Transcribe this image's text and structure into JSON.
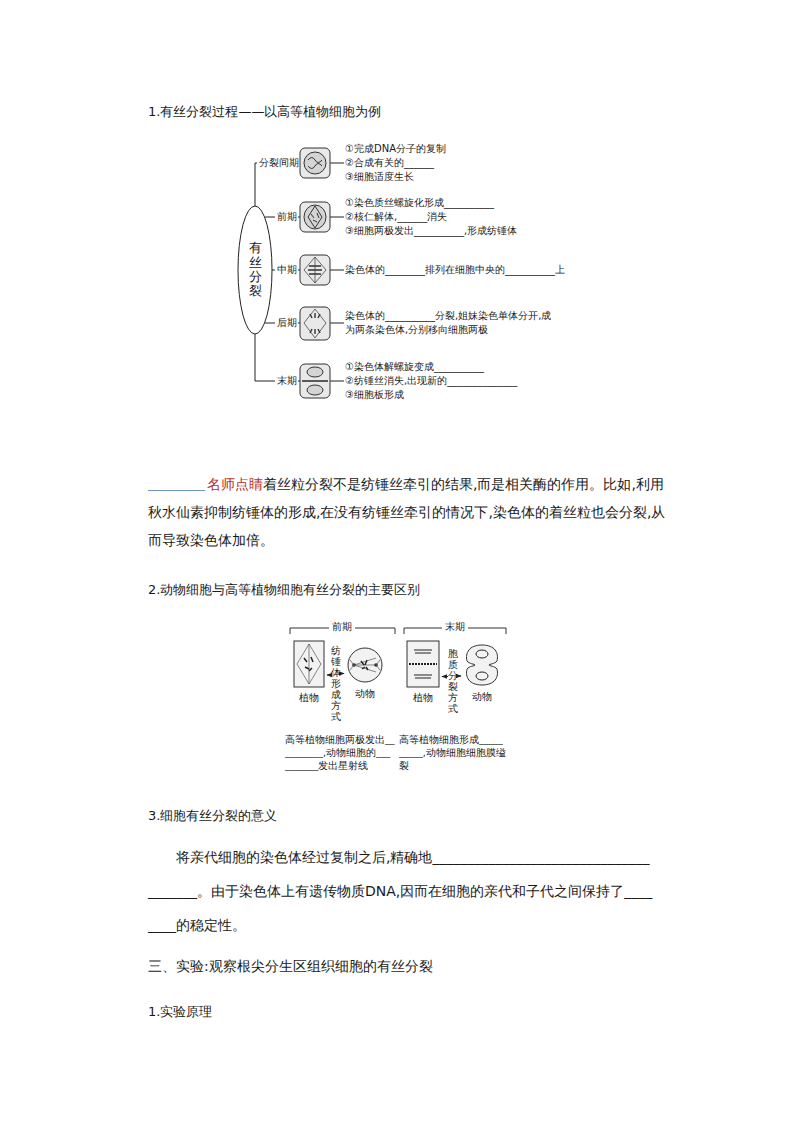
{
  "diagram": {
    "nodes": [
      {
        "text": [
          "有丝分裂"
        ]
      },
      {
        "text": [
          "分裂间期"
        ]
      },
      {
        "text": [
          "前期"
        ]
      },
      {
        "text": [
          "中期"
        ]
      },
      {
        "text": [
          "后期"
        ]
      },
      {
        "text": [
          "末期"
        ]
      },
      {
        "text": [
          "①完成DNA分子的复制",
          "②合成有关的______",
          "③细胞适度生长"
        ]
      },
      {
        "text": [
          "①染色质丝螺旋化形成__________",
          "②核仁解体,______消失",
          "③细胞两极发出__________,形成纺锤体"
        ]
      },
      {
        "text": [
          "染色体的________排列在细胞中央的__________上"
        ]
      },
      {
        "text": [
          "染色体的__________分裂,姐妹染色单体分开,成为两条染色体,分别移向细胞两极"
        ]
      },
      {
        "text": [
          "①染色体解螺旋变成__________",
          "②纺锤丝消失,出现新的______________",
          "③细胞板形成"
        ]
      },
      {
        "text": [
          "植物"
        ]
      },
      {
        "text": [
          "纺锤体形成方式"
        ]
      },
      {
        "text": [
          "动物"
        ]
      },
      {
        "text": [
          "植物"
        ]
      },
      {
        "text": [
          "胞质分裂方式"
        ]
      },
      {
        "text": [
          "动物"
        ]
      }
    ],
    "edges": [
      {
        "from": 0,
        "to": 1,
        "arrow": "none"
      },
      {
        "from": 0,
        "to": 2,
        "arrow": "none"
      },
      {
        "from": 0,
        "to": 3,
        "arrow": "none"
      },
      {
        "from": 0,
        "to": 4,
        "arrow": "none"
      },
      {
        "from": 0,
        "to": 5,
        "arrow": "none"
      },
      {
        "from": 1,
        "to": 6,
        "arrow": "none"
      },
      {
        "from": 2,
        "to": 7,
        "arrow": "none"
      },
      {
        "from": 3,
        "to": 8,
        "arrow": "none"
      },
      {
        "from": 4,
        "to": 9,
        "arrow": "none"
      },
      {
        "from": 5,
        "to": 10,
        "arrow": "none"
      },
      {
        "from": 12,
        "to": 11,
        "arrow": "to"
      },
      {
        "from": 12,
        "to": 13,
        "arrow": "to"
      },
      {
        "from": 15,
        "to": 14,
        "arrow": "to"
      },
      {
        "from": 15,
        "to": 16,
        "arrow": "to"
      }
    ],
    "labels": [
      "1.有丝分裂过程——以高等植物细胞为例",
      "名师点睛",
      "着丝粒分裂不是纺锤丝牵引的结果,而是相关酶的作用。比如,利用秋水仙素抑制纺锤体的形成,在没有纺锤丝牵引的情况下,染色体的着丝粒也会分裂,从而导致染色体加倍。",
      "2.动物细胞与高等植物细胞有丝分裂的主要区别",
      "前期",
      "末期",
      "高等植物细胞两极发出__________,动物细胞的__________发出星射线",
      "高等植物细胞形成__________,动物细胞细胞膜缢裂",
      "3.细胞有丝分裂的意义",
      "将亲代细胞的染色体经过复制之后,精确地______________________________________。由于染色体上有遗传物质DNA,因而在细胞的亲代和子代之间保持了________的稳定性。",
      "三、实验:观察根尖分生区组织细胞的有丝分裂",
      "1.实验原理"
    ]
  }
}
